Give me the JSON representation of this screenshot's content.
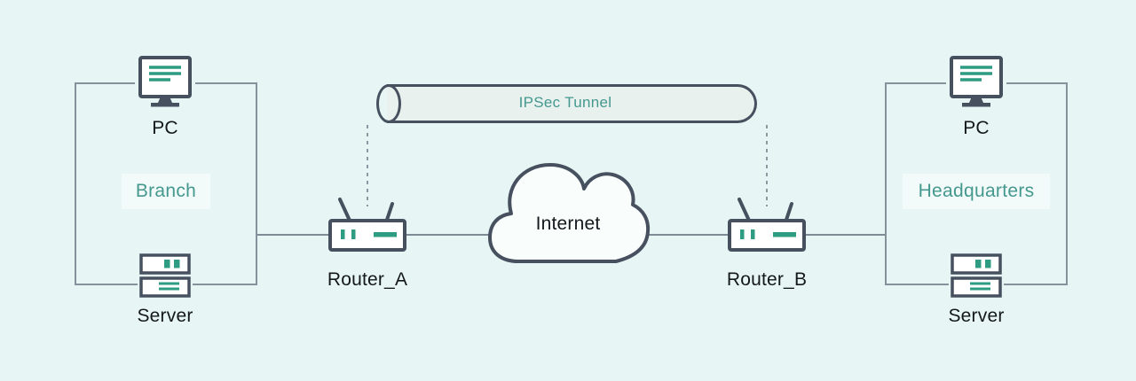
{
  "colors": {
    "background": "#e7f6f4",
    "outline_dark": "#47505f",
    "accent_green": "#2e9c82",
    "label_teal": "#44988e",
    "text_dark": "#14181d",
    "connector_gray": "#7d8b94",
    "group_border_gray": "#84929b",
    "tunnel_fill": "#e9f1ef",
    "cloud_fill": "#f9fdfc"
  },
  "sites": {
    "branch": {
      "badge": "Branch",
      "pc": "PC",
      "server": "Server"
    },
    "headquarters": {
      "badge": "Headquarters",
      "pc": "PC",
      "server": "Server"
    }
  },
  "routers": {
    "a": "Router_A",
    "b": "Router_B"
  },
  "cloud": {
    "label": "Internet"
  },
  "tunnel": {
    "label": "IPSec Tunnel"
  }
}
